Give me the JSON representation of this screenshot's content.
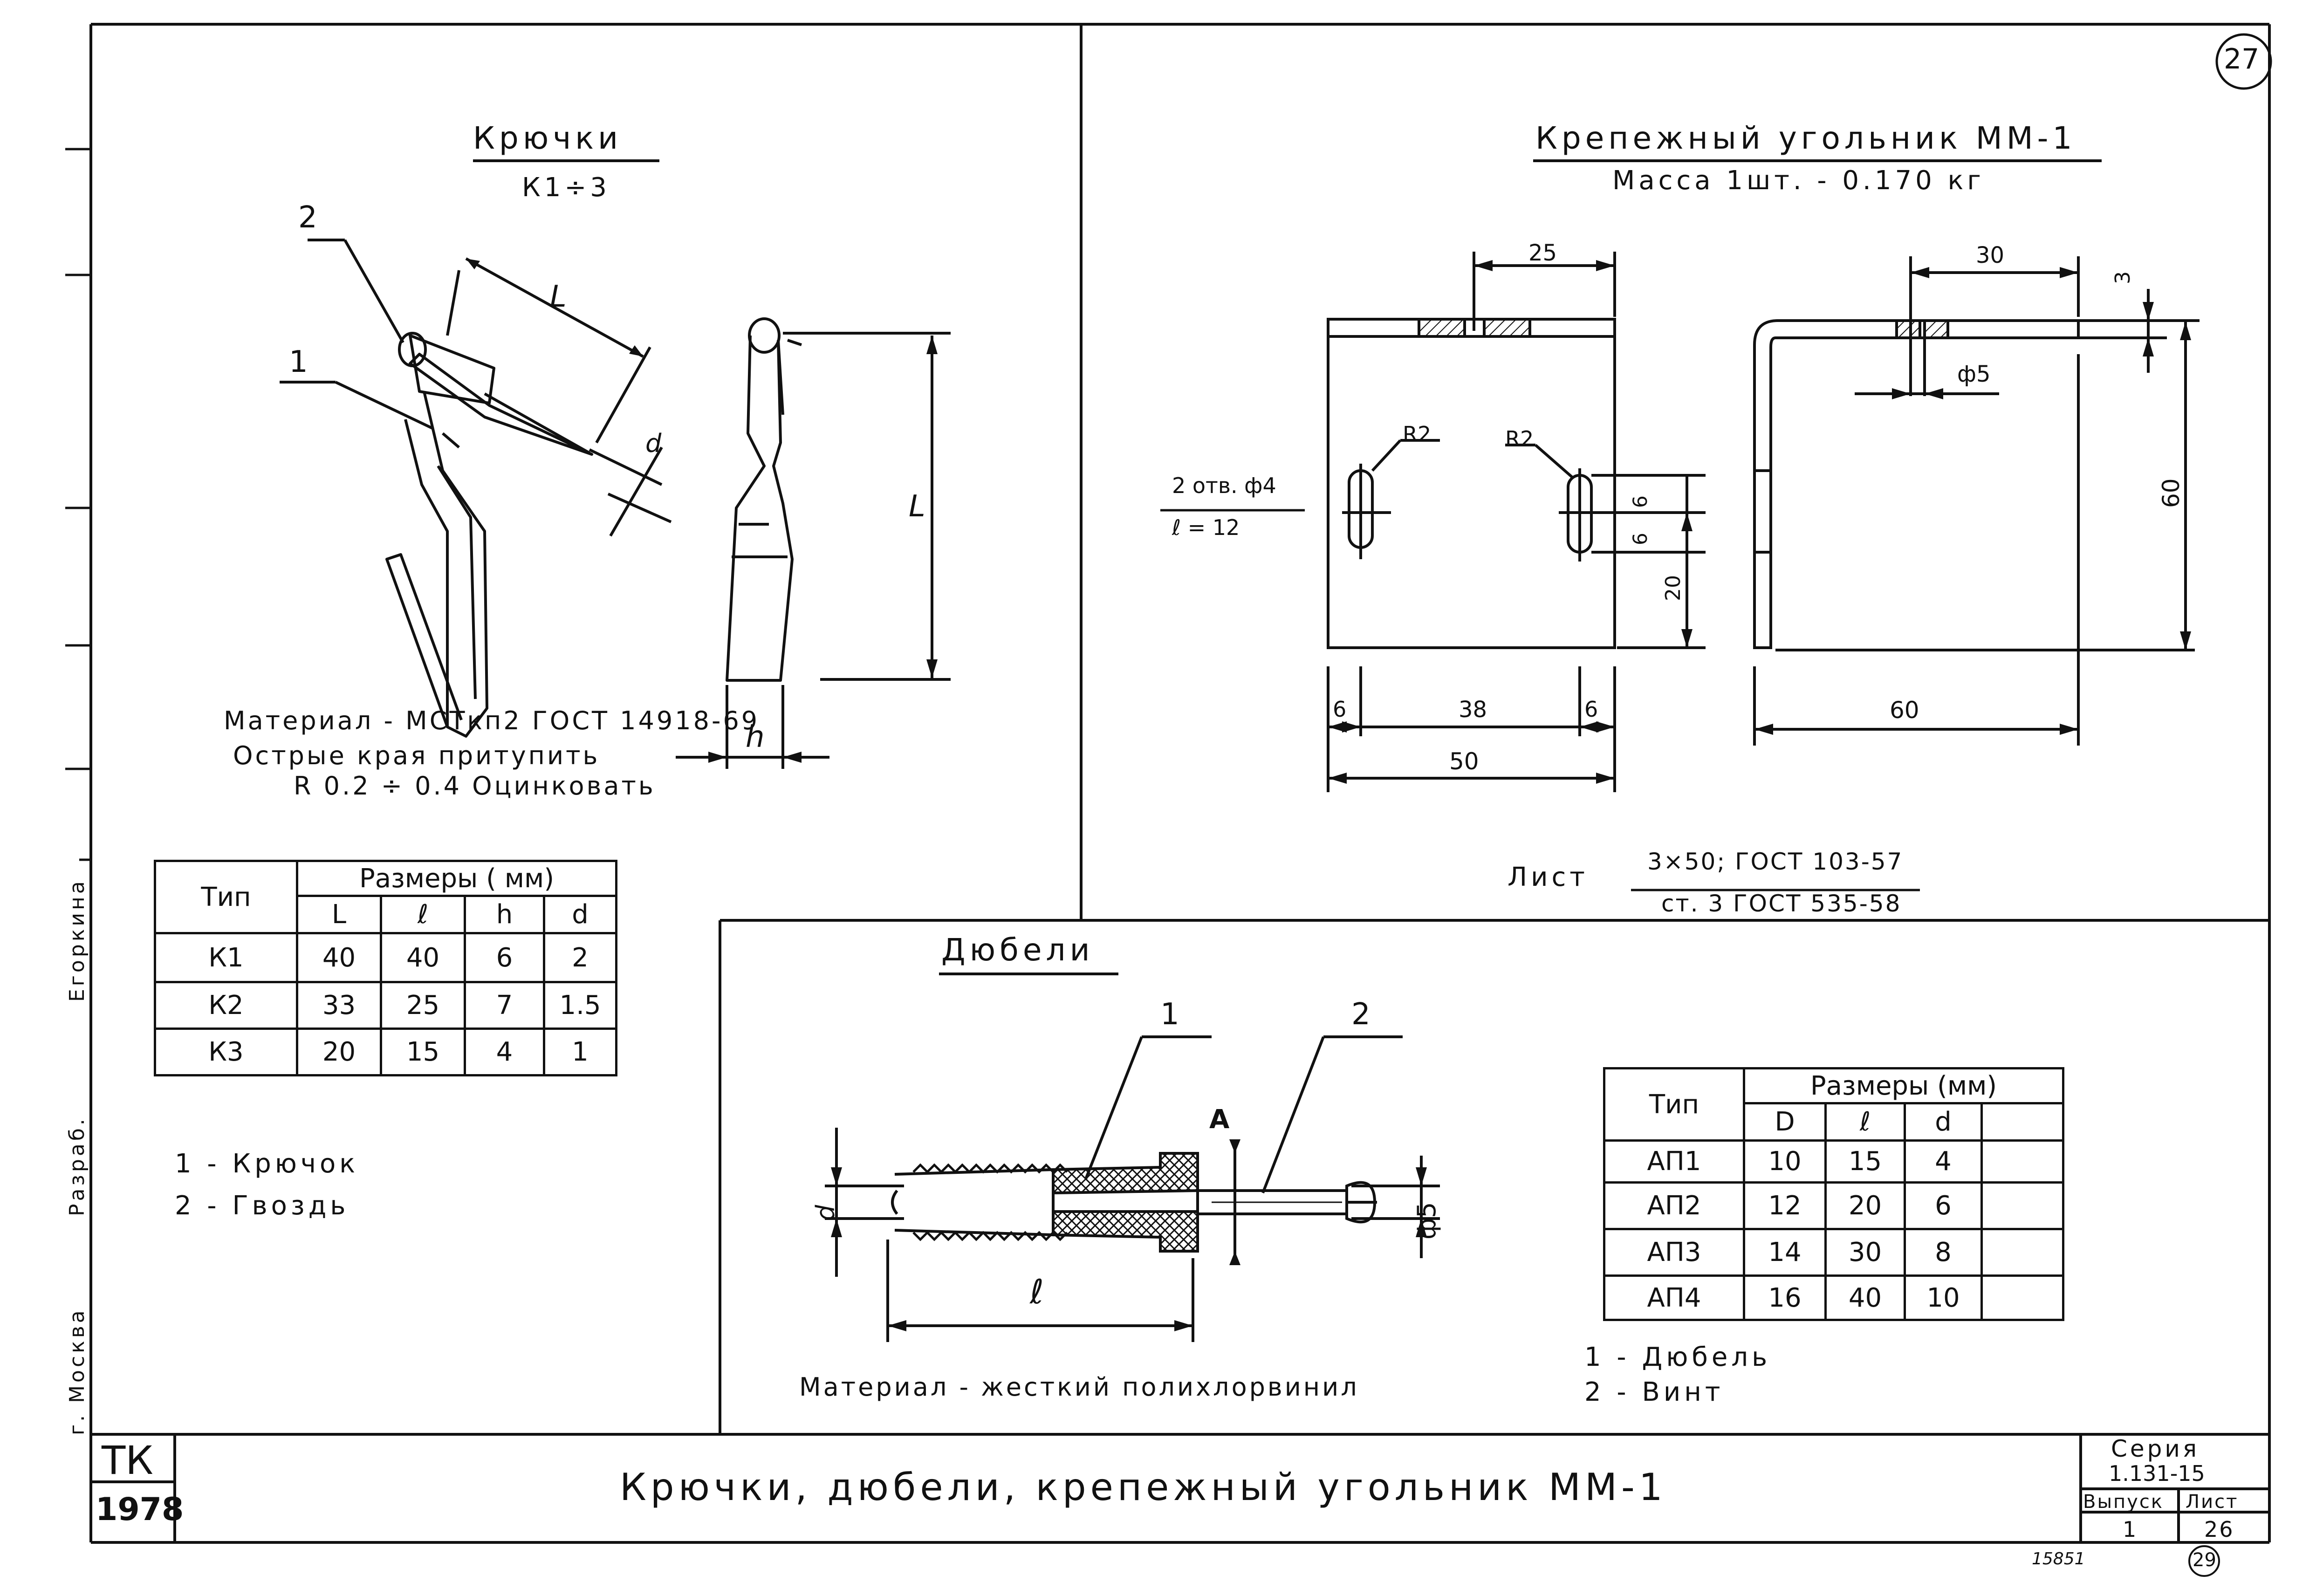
{
  "sheet": {
    "page_number": "27",
    "footer_number": "29",
    "archive_number": "15851",
    "title": "Крючки, дюбели, крепежный угольник ММ-1",
    "logo": {
      "tk": "ТК",
      "year": "1978"
    },
    "series": {
      "label": "Серия",
      "value": "1.131-15",
      "issue_label": "Выпуск",
      "issue_value": "1",
      "sheet_label": "Лист",
      "sheet_value": "26"
    },
    "side_stamp": {
      "city": "г. Москва",
      "developed_label": "Разраб.",
      "signature": "Егоркина"
    }
  },
  "hooks": {
    "title": "Крючки",
    "subtitle": "К1÷3",
    "labels": {
      "part1": "1",
      "part2": "2",
      "L_top": "L",
      "d": "d",
      "L_side": "L",
      "h": "h"
    },
    "notes": [
      "Материал - МСТкп2 ГОСТ 14918-69",
      "Острые края притупить",
      "R 0.2 ÷ 0.4 Оцинковать"
    ],
    "table": {
      "header_type": "Тип",
      "header_sizes": "Размеры ( мм)",
      "columns": [
        "L",
        "ℓ",
        "h",
        "d"
      ],
      "rows": [
        {
          "type": "К1",
          "values": [
            "40",
            "40",
            "6",
            "2"
          ]
        },
        {
          "type": "К2",
          "values": [
            "33",
            "25",
            "7",
            "1.5"
          ]
        },
        {
          "type": "К3",
          "values": [
            "20",
            "15",
            "4",
            "1"
          ]
        }
      ]
    },
    "legend": [
      "1 - Крючок",
      "2 - Гвоздь"
    ]
  },
  "bracket": {
    "title": "Крепежный угольник ММ-1",
    "subtitle": "Масса 1шт. - 0.170 кг",
    "hole_note": [
      "2 отв. ф4",
      "ℓ = 12"
    ],
    "dims": {
      "top_width": "25",
      "r_left": "R2",
      "r_right": "R2",
      "six_a": "6",
      "six_b": "6",
      "twenty": "20",
      "six_left": "6",
      "thirty_eight": "38",
      "six_right": "6",
      "fifty": "50",
      "thirty": "30",
      "three": "3",
      "phi5": "ф5",
      "sixty_vert": "60",
      "sixty_horiz": "60"
    },
    "sheet_label": "Лист",
    "sheet_top": "3×50; ГОСТ 103-57",
    "sheet_bottom": "ст. 3 ГОСТ 535-58"
  },
  "dowels": {
    "title": "Дюбели",
    "labels": {
      "part1": "1",
      "part2": "2",
      "A": "А",
      "d": "d",
      "l": "ℓ",
      "phi5": "ф5"
    },
    "material": "Материал - жесткий полихлорвинил",
    "table": {
      "header_type": "Тип",
      "header_sizes": "Размеры (мм)",
      "columns": [
        "D",
        "ℓ",
        "d",
        ""
      ],
      "rows": [
        {
          "type": "АП1",
          "values": [
            "10",
            "15",
            "4",
            ""
          ]
        },
        {
          "type": "АП2",
          "values": [
            "12",
            "20",
            "6",
            ""
          ]
        },
        {
          "type": "АП3",
          "values": [
            "14",
            "30",
            "8",
            ""
          ]
        },
        {
          "type": "АП4",
          "values": [
            "16",
            "40",
            "10",
            ""
          ]
        }
      ]
    },
    "legend": [
      "1 - Дюбель",
      "2 - Винт"
    ]
  }
}
